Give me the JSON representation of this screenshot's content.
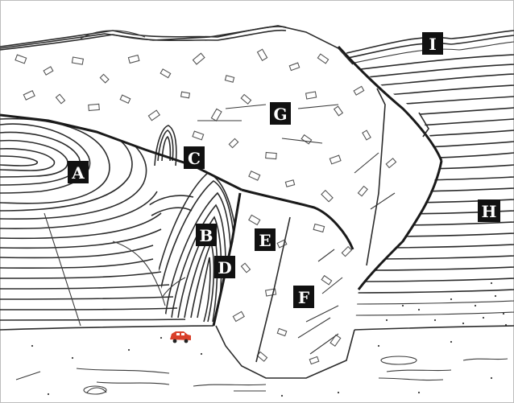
{
  "labels": {
    "A": "A",
    "B": "B",
    "C": "C",
    "D": "D",
    "E": "E",
    "F": "F",
    "G": "G",
    "H": "H",
    "I": "I"
  },
  "colors": {
    "car": "#d9402b",
    "ink": "#1a1a1a",
    "paper": "#ffffff"
  }
}
